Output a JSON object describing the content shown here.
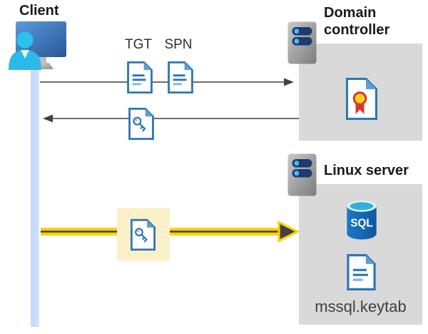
{
  "diagram": {
    "client": {
      "label": "Client"
    },
    "domain_controller": {
      "label": "Domain controller"
    },
    "linux_server": {
      "label": "Linux server"
    },
    "labels": {
      "tgt": "TGT",
      "spn": "SPN",
      "sql": "SQL",
      "keytab": "mssql.keytab"
    }
  },
  "colors": {
    "panel_gray": "#d9d9d9",
    "doc_border_blue": "#2e75b6",
    "doc_fold_blue": "#5b9fd9",
    "doc_line_light_blue": "#7fb3e3",
    "lifeline_blue": "#c6ddf9",
    "arrow_gray": "#58595b",
    "arrow_dark": "#414042",
    "arrow_yellow": "#ffd10a",
    "highlight_cream": "#faf1c9",
    "server_body_gray": "#9b9b9b",
    "server_slot_navy": "#1e3a6e",
    "server_dot_cyan": "#41c0ee",
    "monitor_blue": "#3a7bc4",
    "person_cyan": "#2bb9e9",
    "sql_body_blue": "#1566b8",
    "sql_top_cyan": "#2fafd9",
    "cert_gold": "#ffd21e",
    "cert_red": "#d8382e"
  }
}
